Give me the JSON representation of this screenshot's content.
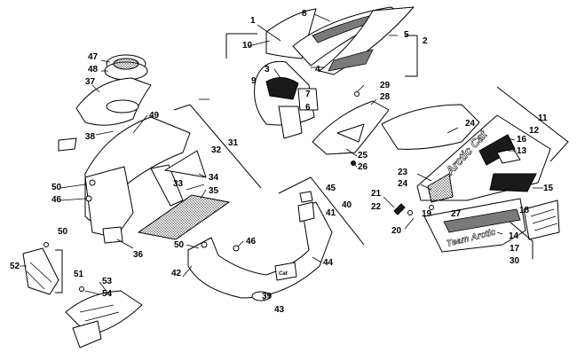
{
  "figure": {
    "decals": {
      "arctic_cat": "Arctic Cat",
      "team_arctic": "Team Arctic"
    },
    "callouts": [
      {
        "id": "c1",
        "text": "1"
      },
      {
        "id": "c2",
        "text": "2"
      },
      {
        "id": "c3",
        "text": "3"
      },
      {
        "id": "c4",
        "text": "4"
      },
      {
        "id": "c5",
        "text": "5"
      },
      {
        "id": "c6",
        "text": "6"
      },
      {
        "id": "c7",
        "text": "7"
      },
      {
        "id": "c8",
        "text": "8"
      },
      {
        "id": "c9",
        "text": "9"
      },
      {
        "id": "c10",
        "text": "10"
      },
      {
        "id": "c11",
        "text": "11"
      },
      {
        "id": "c12",
        "text": "12"
      },
      {
        "id": "c13",
        "text": "13"
      },
      {
        "id": "c14",
        "text": "14"
      },
      {
        "id": "c15",
        "text": "15"
      },
      {
        "id": "c16",
        "text": "16"
      },
      {
        "id": "c17",
        "text": "17"
      },
      {
        "id": "c18",
        "text": "18"
      },
      {
        "id": "c19",
        "text": "19"
      },
      {
        "id": "c20",
        "text": "20"
      },
      {
        "id": "c21",
        "text": "21"
      },
      {
        "id": "c22",
        "text": "22"
      },
      {
        "id": "c23",
        "text": "23"
      },
      {
        "id": "c24a",
        "text": "24"
      },
      {
        "id": "c24b",
        "text": "24"
      },
      {
        "id": "c25",
        "text": "25"
      },
      {
        "id": "c26",
        "text": "26"
      },
      {
        "id": "c27",
        "text": "27"
      },
      {
        "id": "c28",
        "text": "28"
      },
      {
        "id": "c29",
        "text": "29"
      },
      {
        "id": "c30",
        "text": "30"
      },
      {
        "id": "c31",
        "text": "31"
      },
      {
        "id": "c32",
        "text": "32"
      },
      {
        "id": "c33",
        "text": "33"
      },
      {
        "id": "c34",
        "text": "34"
      },
      {
        "id": "c35",
        "text": "35"
      },
      {
        "id": "c36",
        "text": "36"
      },
      {
        "id": "c37",
        "text": "37"
      },
      {
        "id": "c38",
        "text": "38"
      },
      {
        "id": "c39",
        "text": "39"
      },
      {
        "id": "c40",
        "text": "40"
      },
      {
        "id": "c41",
        "text": "41"
      },
      {
        "id": "c42",
        "text": "42"
      },
      {
        "id": "c43",
        "text": "43"
      },
      {
        "id": "c44",
        "text": "44"
      },
      {
        "id": "c45",
        "text": "45"
      },
      {
        "id": "c46a",
        "text": "46"
      },
      {
        "id": "c46b",
        "text": "46"
      },
      {
        "id": "c47",
        "text": "47"
      },
      {
        "id": "c48",
        "text": "48"
      },
      {
        "id": "c49",
        "text": "49"
      },
      {
        "id": "c50a",
        "text": "50"
      },
      {
        "id": "c50b",
        "text": "50"
      },
      {
        "id": "c50c",
        "text": "50"
      },
      {
        "id": "c51",
        "text": "51"
      },
      {
        "id": "c52",
        "text": "52"
      },
      {
        "id": "c53",
        "text": "53"
      },
      {
        "id": "c54",
        "text": "54"
      }
    ]
  }
}
